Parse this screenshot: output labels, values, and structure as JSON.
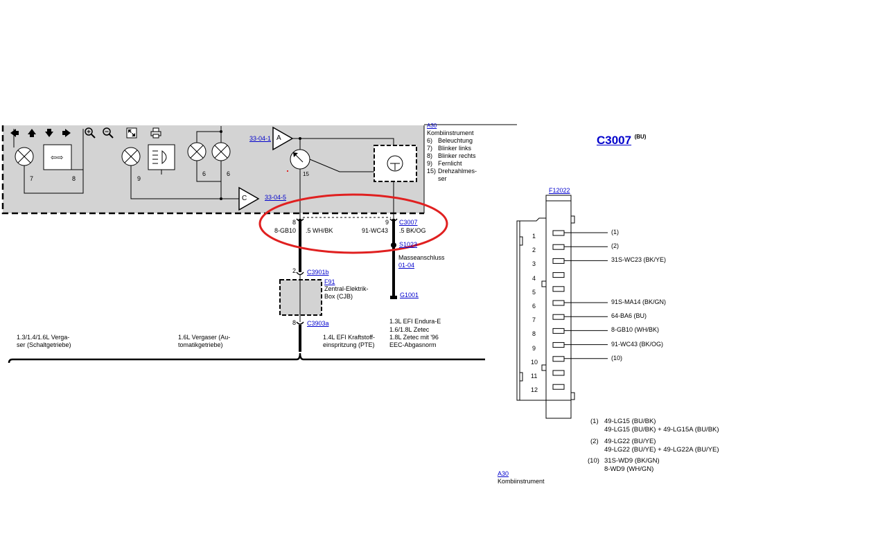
{
  "toolbar": {
    "buttons": [
      {
        "icon": "arrow-left-icon"
      },
      {
        "icon": "arrow-up-icon"
      },
      {
        "icon": "arrow-down-icon"
      },
      {
        "icon": "arrow-right-icon"
      },
      {
        "icon": "zoom-in-icon"
      },
      {
        "icon": "zoom-out-icon"
      },
      {
        "icon": "fit-page-icon"
      },
      {
        "icon": "print-icon"
      }
    ]
  },
  "schematic": {
    "module_link": "A30",
    "module_name": "Kombiinstrument",
    "legend": [
      {
        "num": "6)",
        "text": "Beleuchtung"
      },
      {
        "num": "7)",
        "text": "Blinker links"
      },
      {
        "num": "8)",
        "text": "Blinker rechts"
      },
      {
        "num": "9)",
        "text": "Fernlicht"
      },
      {
        "num": "15)",
        "text": "Drehzahlmes-"
      },
      {
        "num": "",
        "text": "ser"
      }
    ],
    "page_refs": [
      "33-04-1",
      "33-04-5"
    ],
    "triangle_labels": [
      "A",
      "C"
    ],
    "pin_labels": [
      "7",
      "8",
      "9",
      "6",
      "6",
      "15"
    ],
    "wire_left": {
      "pin": "8",
      "circuit": "8-GB10",
      "spec": ".5 WH/BK"
    },
    "wire_right": {
      "pin": "9",
      "circuit": "91-WC43",
      "spec": ".5 BK/OG"
    },
    "connector_link": "C3007",
    "splice_link": "S1023",
    "ground_text_1": "Masseanschluss",
    "ground_ref": "01-04",
    "ground_link": "G1001",
    "lower_pin_top": "2",
    "lower_pin_bottom": "8",
    "c3901": "C3901b",
    "c3903": "C3903a",
    "fuse_link": "F91",
    "fuse_desc_1": "Zentral-Elektrik-",
    "fuse_desc_2": "Box (CJB)",
    "variants": {
      "v1_line1": "1.3/1.4/1.6L Verga-",
      "v1_line2": "ser (Schaltgetriebe)",
      "v2_line1": "1.6L Vergaser (Au-",
      "v2_line2": "tomatikgetriebe)",
      "v3_line1": "1.4L EFI Kraftstoff-",
      "v3_line2": "einspritzung (PTE)",
      "v4_line1": "1.3L EFI Endura-E",
      "v4_line2": "1.6/1.8L Zetec",
      "v4_line3": "1.8L Zetec mit '96",
      "v4_line4": "EEC-Abgasnorm"
    }
  },
  "connector": {
    "title": "C3007",
    "color": "(BU)",
    "part_link": "F12022",
    "pins": [
      {
        "num": "1",
        "wire": "(1)"
      },
      {
        "num": "2",
        "wire": "(2)"
      },
      {
        "num": "3",
        "wire": "31S-WC23 (BK/YE)"
      },
      {
        "num": "4",
        "wire": ""
      },
      {
        "num": "5",
        "wire": ""
      },
      {
        "num": "6",
        "wire": "91S-MA14 (BK/GN)"
      },
      {
        "num": "7",
        "wire": "64-BA6 (BU)"
      },
      {
        "num": "8",
        "wire": "8-GB10 (WH/BK)"
      },
      {
        "num": "9",
        "wire": "91-WC43 (BK/OG)"
      },
      {
        "num": "10",
        "wire": "(10)"
      },
      {
        "num": "11",
        "wire": ""
      },
      {
        "num": "12",
        "wire": ""
      }
    ],
    "notes": [
      {
        "ref": "(1)",
        "lines": [
          "49-LG15 (BU/BK)",
          "49-LG15 (BU/BK) + 49-LG15A (BU/BK)"
        ]
      },
      {
        "ref": "(2)",
        "lines": [
          "49-LG22 (BU/YE)",
          "49-LG22 (BU/YE) + 49-LG22A (BU/YE)"
        ]
      },
      {
        "ref": "(10)",
        "lines": [
          "31S-WD9 (BK/GN)",
          "8-WD9 (WH/GN)"
        ]
      }
    ],
    "module_link": "A30",
    "module_name": "Kombiinstrument"
  },
  "colors": {
    "module_fill": "#d3d3d3",
    "highlight": "#e02020",
    "link": "#0000cc"
  }
}
